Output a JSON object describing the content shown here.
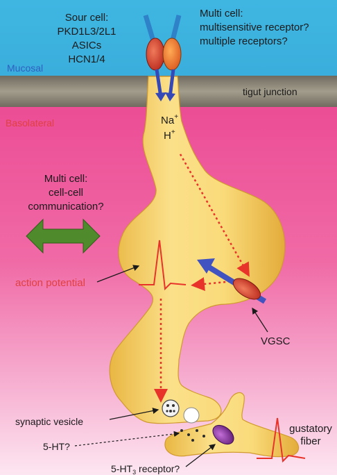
{
  "zones": {
    "mucosal": "Mucosal",
    "tight_junction": "tigut junction",
    "basolateral": "Basolateral"
  },
  "sour_cell": {
    "lines": [
      "Sour cell:",
      "PKD1L3/2L1",
      "ASICs",
      "HCN1/4"
    ]
  },
  "multi_cell_receptor": {
    "lines": [
      "Multi cell:",
      "multisensitive receptor?",
      "multiple receptors?"
    ]
  },
  "ions": {
    "sodium": "Na",
    "sodium_charge": "+",
    "proton": "H",
    "proton_charge": "+"
  },
  "multi_cell_comm": {
    "lines": [
      "Multi cell:",
      "cell-cell",
      "communication?"
    ]
  },
  "labels": {
    "action_potential": "action potential",
    "vgsc": "VGSC",
    "synaptic_vesicle": "synaptic vesicle",
    "serotonin": "5-HT?",
    "receptor_prefix": "5-HT",
    "receptor_sub": "3",
    "receptor_suffix": " receptor?",
    "gustatory_1": "gustatory",
    "gustatory_2": "fiber"
  },
  "colors": {
    "mucosal": "#3cb2e0",
    "tight_junction": "#8a8476",
    "basolateral": "#ef5fa0",
    "cell_body": "#f7d46a",
    "spike": "#e8332a",
    "signal_arrow": "#e8332a",
    "channel_red": "#d93a2b",
    "channel_orange": "#ef7a2e",
    "receptor_purple": "#8a2fa0",
    "comm_arrow": "#4f8a2c"
  }
}
